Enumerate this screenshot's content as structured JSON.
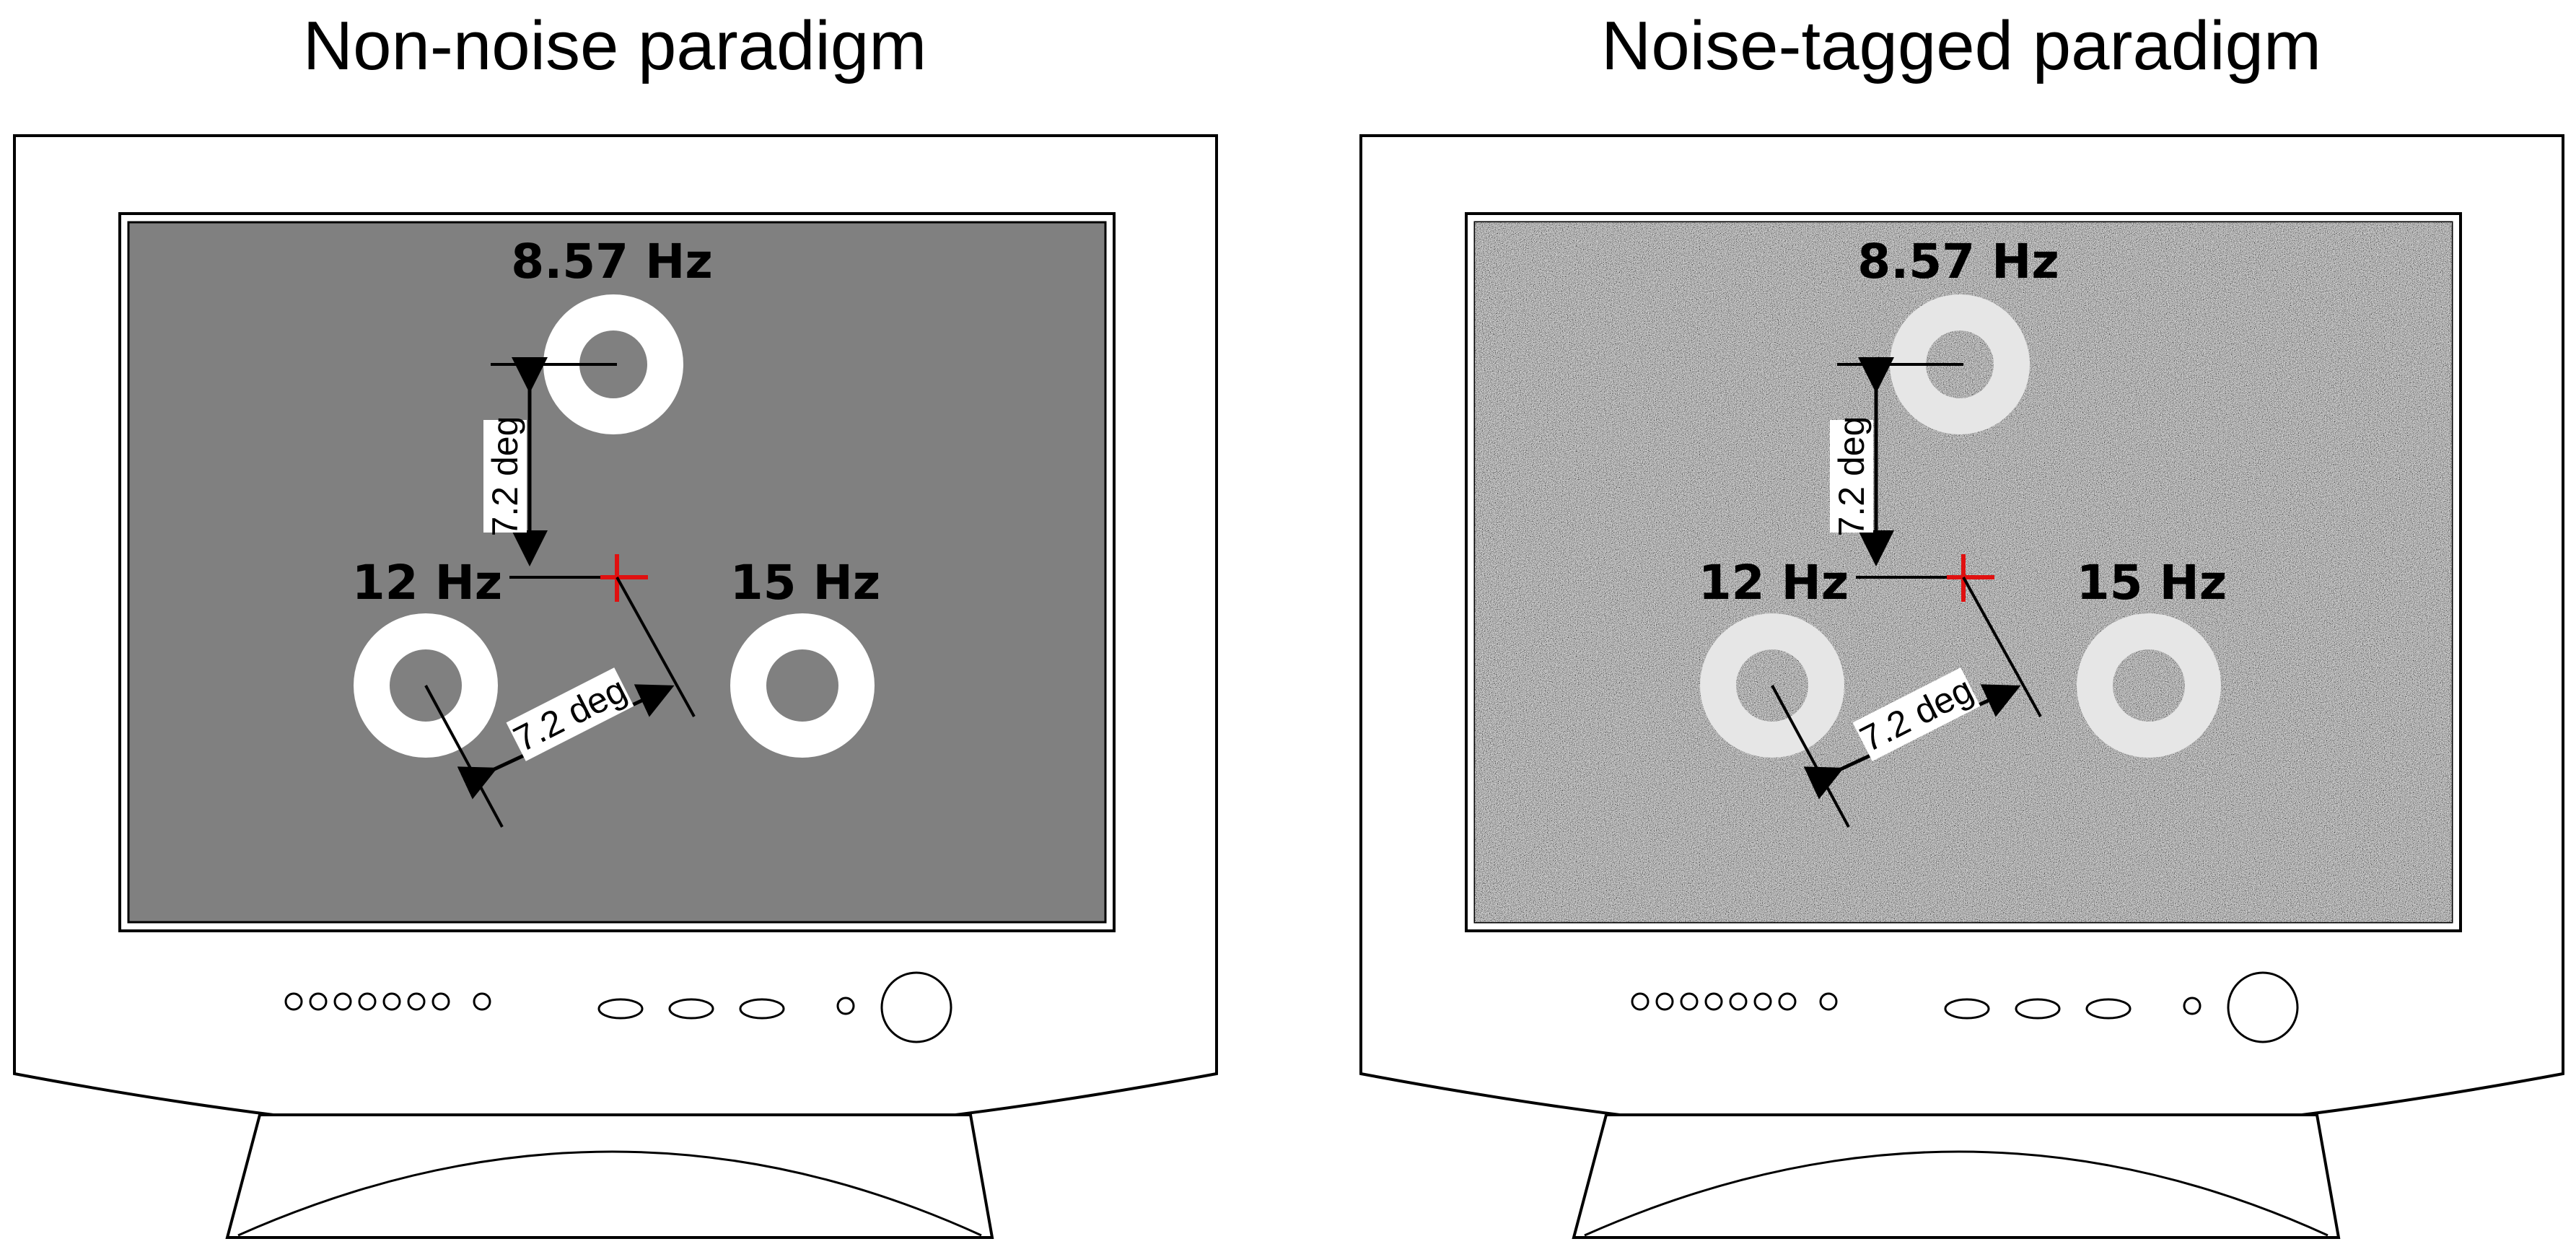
{
  "panels": [
    {
      "id": "non-noise",
      "title": "Non-noise paradigm",
      "screen_background": "#808080",
      "noise": false,
      "labels": {
        "top": "8.57 Hz",
        "left": "12 Hz",
        "right": "15 Hz"
      },
      "distance_vertical": "7.2 deg",
      "distance_diagonal": "7.2 deg"
    },
    {
      "id": "noise-tagged",
      "title": "Noise-tagged paradigm",
      "screen_background": "#7a7a7a",
      "noise": true,
      "labels": {
        "top": "8.57 Hz",
        "left": "12 Hz",
        "right": "15 Hz"
      },
      "distance_vertical": "7.2 deg",
      "distance_diagonal": "7.2 deg"
    }
  ],
  "colors": {
    "ring": "#ffffff",
    "fixation_cross": "#e01010",
    "arrow": "#000000"
  }
}
